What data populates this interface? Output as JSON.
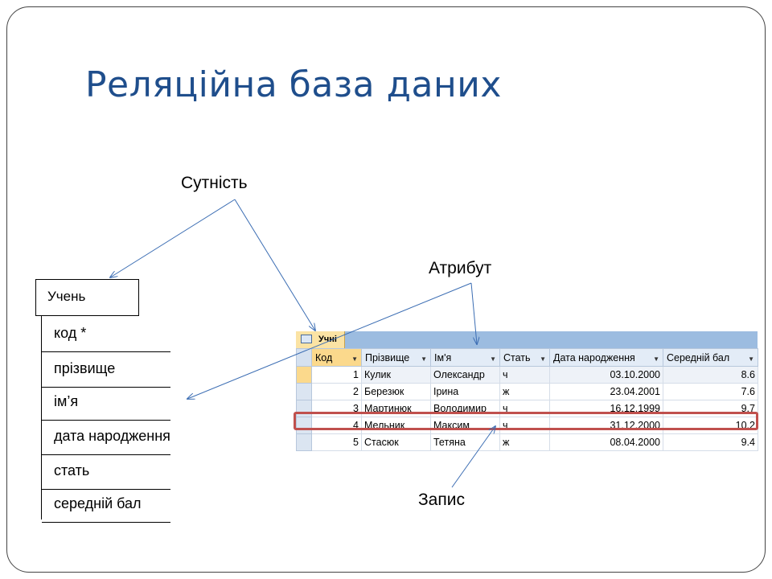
{
  "title": "Реляційна база даних",
  "labels": {
    "entity": "Сутність",
    "attribute": "Атрибут",
    "record": "Запис"
  },
  "entity_box": {
    "name": "Учень",
    "attributes": [
      "код *",
      "прізвище",
      "ім’я",
      "дата народження",
      "стать",
      "середній бал"
    ]
  },
  "table": {
    "tab_name": "Учні",
    "columns": [
      "Код",
      "Прізвище",
      "Ім'я",
      "Стать",
      "Дата народження",
      "Середній бал"
    ],
    "rows": [
      [
        "1",
        "Кулик",
        "Олександр",
        "ч",
        "03.10.2000",
        "8.6"
      ],
      [
        "2",
        "Березюк",
        "Ірина",
        "ж",
        "23.04.2001",
        "7.6"
      ],
      [
        "3",
        "Мартинюк",
        "Володимир",
        "ч",
        "16.12.1999",
        "9.7"
      ],
      [
        "4",
        "Мельник",
        "Максим",
        "ч",
        "31.12.2000",
        "10.2"
      ],
      [
        "5",
        "Стасюк",
        "Тетяна",
        "ж",
        "08.04.2000",
        "9.4"
      ]
    ],
    "highlighted_row": 4
  },
  "colors": {
    "title": "#1f4e8c",
    "arrow": "#3b6db3",
    "highlight": "#c0504d"
  }
}
